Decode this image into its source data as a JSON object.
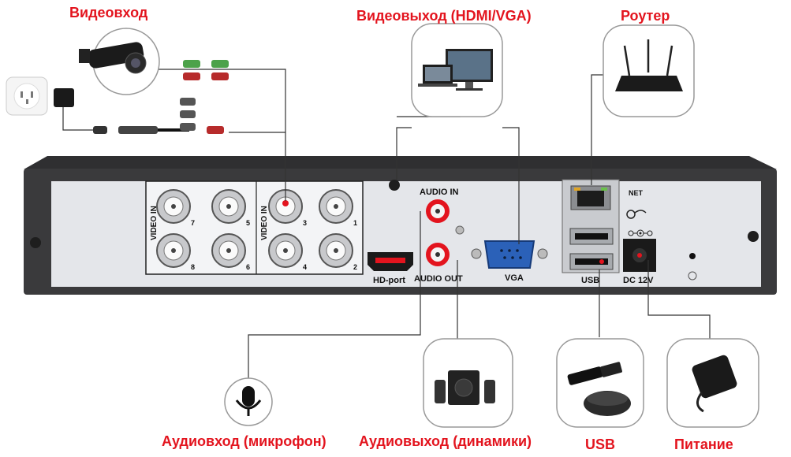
{
  "labels": {
    "video_in": "Видеовход",
    "video_out": "Видеовыход (HDMI/VGA)",
    "router": "Роутер",
    "audio_in": "Аудиовход (микрофон)",
    "audio_out": "Аудиовыход (динамики)",
    "usb": "USB",
    "power": "Питание"
  },
  "panel": {
    "audio_in": "AUDIO IN",
    "audio_out": "AUDIO OUT",
    "hd_port": "HD-port",
    "vga": "VGA",
    "usb": "USB",
    "net": "NET",
    "dc": "DC 12V",
    "video_in_left": "VIDEO IN",
    "video_in_right": "VIDEO IN",
    "channels": [
      "7",
      "5",
      "8",
      "6",
      "3",
      "1",
      "4",
      "2"
    ]
  },
  "colors": {
    "label_red": "#e3141e",
    "chassis": "#3a3a3c",
    "faceplate": "#e4e6ea",
    "line": "#333333"
  },
  "icons": [
    "camera-icon",
    "wall-outlet-icon",
    "power-adapter-icon",
    "monitor-icon",
    "router-icon",
    "microphone-icon",
    "speakers-icon",
    "usb-flash-mouse-icon",
    "ac-adapter-icon"
  ]
}
